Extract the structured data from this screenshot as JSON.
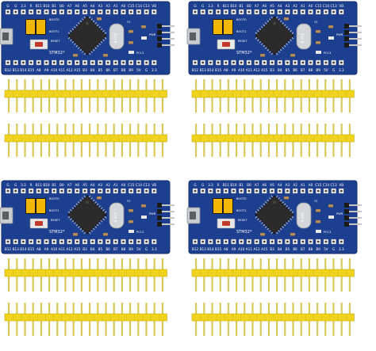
{
  "colors": {
    "board": "#1d3f8f",
    "board_edge": "#15306e",
    "silk": "#ffffff",
    "pad": "#f2f2f2",
    "pin_gold": "#d9c95a",
    "pin_plastic": "#f0d31f",
    "chip": "#2b2b2b",
    "jumper": "#f2b705",
    "usb": "#c9ccd1",
    "crystal": "#d3d6da",
    "header_black": "#1a1a1a"
  },
  "board": {
    "top_labels": [
      "G",
      "G",
      "3.3",
      "R",
      "B11",
      "B10",
      "B1",
      "B0",
      "A7",
      "A6",
      "A5",
      "A4",
      "A3",
      "A2",
      "A1",
      "A0",
      "C15",
      "C14",
      "C13",
      "VB"
    ],
    "bottom_labels": [
      "B12",
      "B13",
      "B14",
      "B15",
      "A8",
      "A9",
      "A10",
      "A11",
      "A12",
      "A15",
      "B3",
      "B4",
      "B5",
      "B6",
      "B7",
      "B8",
      "B9",
      "5V",
      "G",
      "3.3"
    ],
    "marking_boot0": "BOOT0",
    "marking_boot1": "BOOT1",
    "marking_reset": "RESET",
    "marking_model": "STM32*",
    "marking_pwr": "PWR",
    "marking_pc13": "PC13",
    "marking_crystal": "8.000",
    "marking_y": "Y2"
  },
  "quadrants": [
    {
      "board": "board-top-left"
    },
    {
      "board": "board-top-right"
    },
    {
      "board": "board-bottom-left"
    },
    {
      "board": "board-bottom-right"
    }
  ],
  "header_pin_count": 20
}
